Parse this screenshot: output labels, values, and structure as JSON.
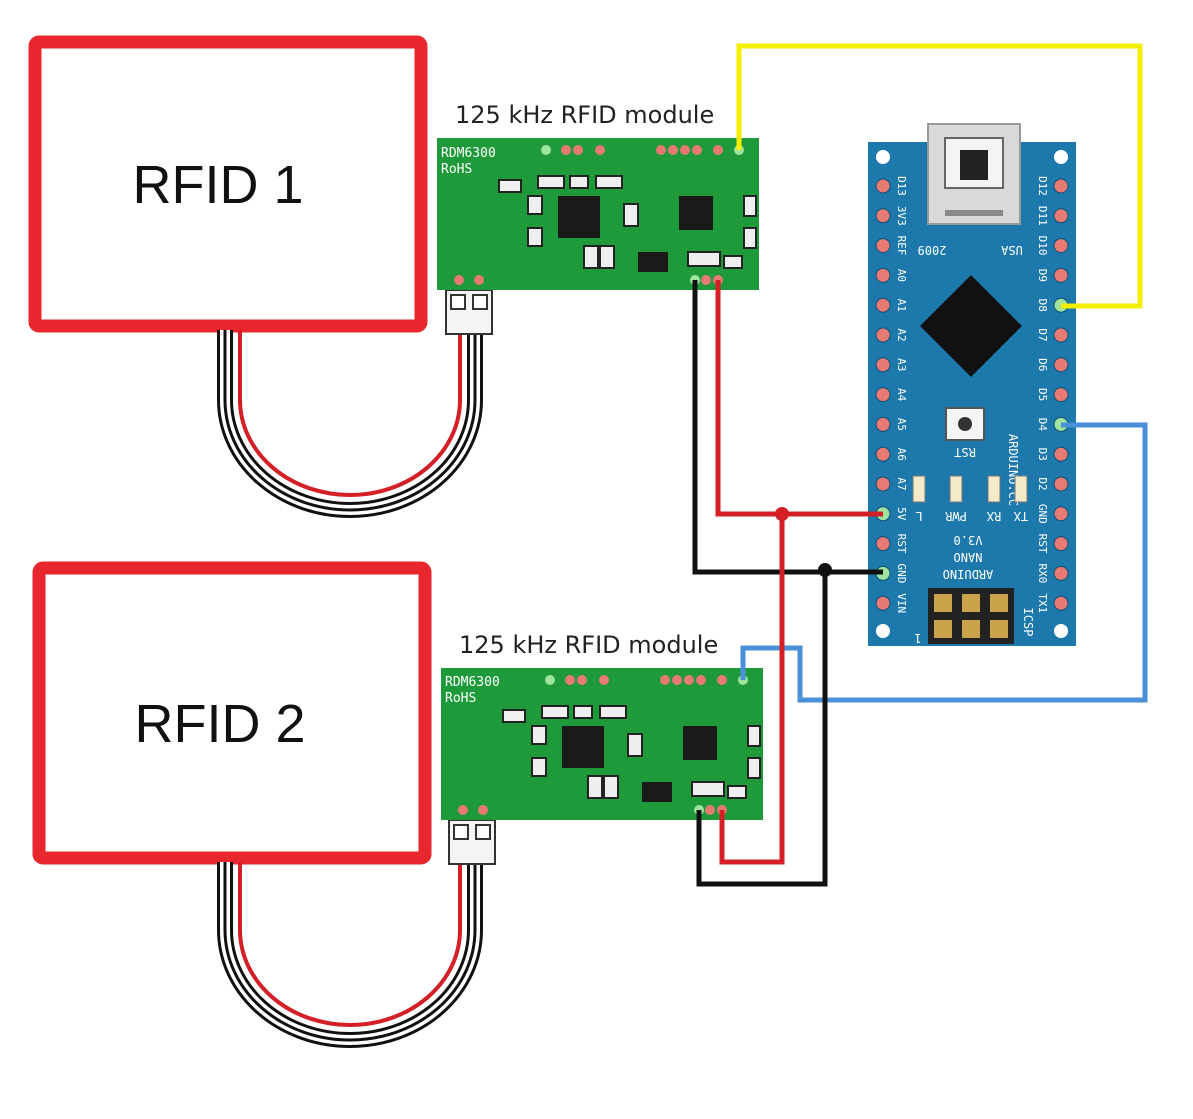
{
  "antennas": [
    {
      "label": "RFID 1"
    },
    {
      "label": "RFID 2"
    }
  ],
  "modules": [
    {
      "caption": "125 kHz RFID module",
      "model": "RDM6300",
      "rohs": "RoHS"
    },
    {
      "caption": "125 kHz RFID module",
      "model": "RDM6300",
      "rohs": "RoHS"
    }
  ],
  "nano": {
    "left_pins": [
      "D13",
      "3V3",
      "REF",
      "A0",
      "A1",
      "A2",
      "A3",
      "A4",
      "A5",
      "A6",
      "A7",
      "5V",
      "RST",
      "GND",
      "VIN"
    ],
    "right_pins": [
      "D12",
      "D11",
      "D10",
      "D9",
      "D8",
      "D7",
      "D6",
      "D5",
      "D4",
      "D3",
      "D2",
      "GND",
      "RST",
      "RX0",
      "TX1"
    ],
    "usb_left": "2009",
    "usb_right": "USA",
    "rst_button": "RST",
    "website": "ARDUINO.CC",
    "leds": [
      "L",
      "PWR",
      "RX",
      "TX"
    ],
    "version": "V3.0",
    "name_line1": "NANO",
    "name_line2": "ARDUINO",
    "icsp": "ICSP",
    "pin1": "1"
  },
  "colors": {
    "antenna": "#e8262d",
    "pcb_green": "#1f9a3a",
    "nano_blue": "#1d79ab",
    "wire_red": "#d41f26",
    "wire_black": "#111111",
    "wire_yellow": "#f5ee00",
    "wire_blue": "#4a90d9"
  }
}
